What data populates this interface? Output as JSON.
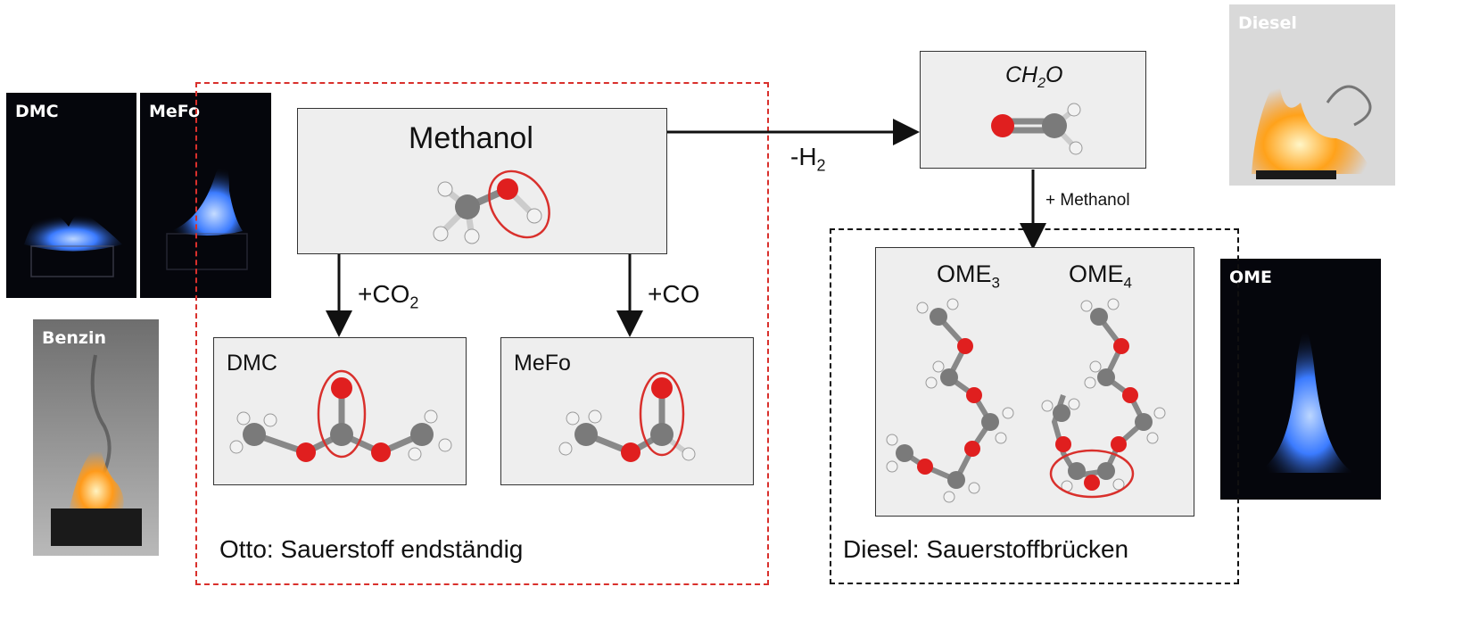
{
  "photos": {
    "dmc": "DMC",
    "mefo": "MeFo",
    "benzin": "Benzin",
    "diesel": "Diesel",
    "ome": "OME"
  },
  "regions": {
    "otto_caption": "Otto: Sauerstoff endständig",
    "diesel_caption": "Diesel: Sauerstoffbrücken"
  },
  "nodes": {
    "methanol": "Methanol",
    "ch2o_main": "CH",
    "ch2o_sub": "2",
    "ch2o_tail": "O",
    "dmc": "DMC",
    "mefo": "MeFo",
    "ome3_main": "OME",
    "ome3_sub": "3",
    "ome4_main": "OME",
    "ome4_sub": "4"
  },
  "edges": {
    "co2_main": "+CO",
    "co2_sub": "2",
    "co": "+CO",
    "h2_main": "-H",
    "h2_sub": "2",
    "plus_methanol": "+ Methanol"
  },
  "colors": {
    "otto_border": "#d9302c",
    "diesel_border": "#111111",
    "oxygen": "#e01f1f",
    "carbon": "#7a7a7a",
    "hydrogen": "#f2f2f2",
    "highlight": "#d9302c",
    "flame_blue": "#3b7bff",
    "flame_orange": "#ff9a1a"
  }
}
